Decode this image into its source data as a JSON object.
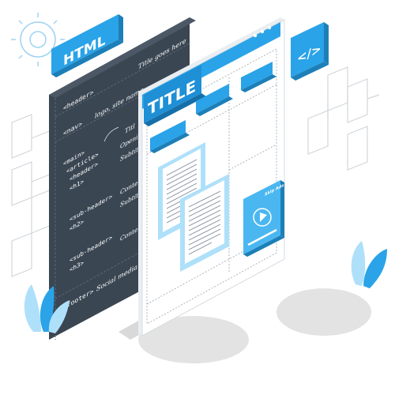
{
  "badges": {
    "html_label": "HTML",
    "code_tag_label": "</>"
  },
  "code_panel": {
    "lines": [
      "<header>",
      "Title goes here",
      "<nav>",
      "logo, site name,",
      "<main>",
      "<article>",
      "<header>",
      "<h1>",
      "<sub-header>",
      "<h2>",
      "<sub-header>",
      "<h3>",
      "<footer>",
      "Social media link",
      "Titl",
      "Opening",
      "Subtit",
      "Conte",
      "Subtit",
      "Conte"
    ]
  },
  "page_mockup": {
    "title": "TITLE",
    "video_card_label": "Skip Ads"
  },
  "colors": {
    "accent_blue": "#2aa3e8",
    "light_blue": "#aee0fa",
    "dark_panel": "#3a4652",
    "shadow_gray": "#e0e0e0",
    "line_gray": "#c9ced3"
  }
}
